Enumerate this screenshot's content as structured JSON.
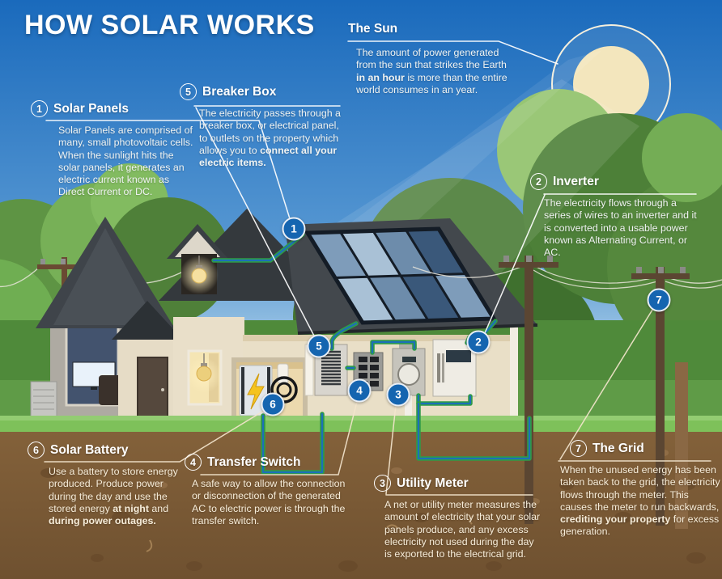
{
  "title": "HOW SOLAR WORKS",
  "sun": {
    "heading": "The Sun",
    "body": [
      {
        "t": "The amount of power generated from the sun that strikes the Earth "
      },
      {
        "t": "in an hour",
        "b": true
      },
      {
        "t": " is more than the entire world consumes in an year."
      }
    ]
  },
  "sections": {
    "solar_panels": {
      "num": "1",
      "heading": "Solar Panels",
      "body": [
        {
          "t": "Solar Panels are comprised of many, small photovoltaic cells. When the sunlight hits the solar panels, it generates an electric current known as Direct Current or DC."
        }
      ]
    },
    "inverter": {
      "num": "2",
      "heading": "Inverter",
      "body": [
        {
          "t": "The electricity flows through a series of wires to an inverter and it is converted into a usable power known as Alternating Current, or AC."
        }
      ]
    },
    "utility_meter": {
      "num": "3",
      "heading": "Utility Meter",
      "body": [
        {
          "t": "A net or utility meter measures the amount of electricity that your solar panels produce, and any excess electricity not used during the day is exported to the electrical grid."
        }
      ]
    },
    "transfer_switch": {
      "num": "4",
      "heading": "Transfer Switch",
      "body": [
        {
          "t": "A safe way to allow the connection or disconnection of the generated AC to electric power is through the transfer switch."
        }
      ]
    },
    "breaker_box": {
      "num": "5",
      "heading": "Breaker Box",
      "body": [
        {
          "t": "The electricity passes through a breaker box, or electrical panel, to outlets on the property which allows you to "
        },
        {
          "t": "connect all your electric items.",
          "b": true
        }
      ]
    },
    "solar_battery": {
      "num": "6",
      "heading": "Solar Battery",
      "body": [
        {
          "t": "Use a battery to store energy produced. Produce power during the day and use the stored energy "
        },
        {
          "t": "at night",
          "b": true
        },
        {
          "t": " and "
        },
        {
          "t": "during power outages.",
          "b": true
        }
      ]
    },
    "the_grid": {
      "num": "7",
      "heading": "The Grid",
      "body": [
        {
          "t": "When the unused energy has been taken back to the grid, the electricity flows through the meter. This causes the meter to run backwards, "
        },
        {
          "t": "crediting your property",
          "b": true
        },
        {
          "t": " for excess generation."
        }
      ]
    }
  },
  "markers": [
    "1",
    "2",
    "3",
    "4",
    "5",
    "6",
    "7"
  ],
  "colors": {
    "marker_blue": "#1565b0",
    "wire_green": "#2f9b47",
    "wire_blue": "#1d6fb8",
    "sun_core": "#f3e6bd",
    "sky_top": "#1a6abc",
    "sky_bottom": "#c9e0ef",
    "grass_strip": "#7ec15a",
    "soil_brown": "#7a5933",
    "panel_dark": "#3a587a",
    "panel_light": "#a9c1d6"
  }
}
